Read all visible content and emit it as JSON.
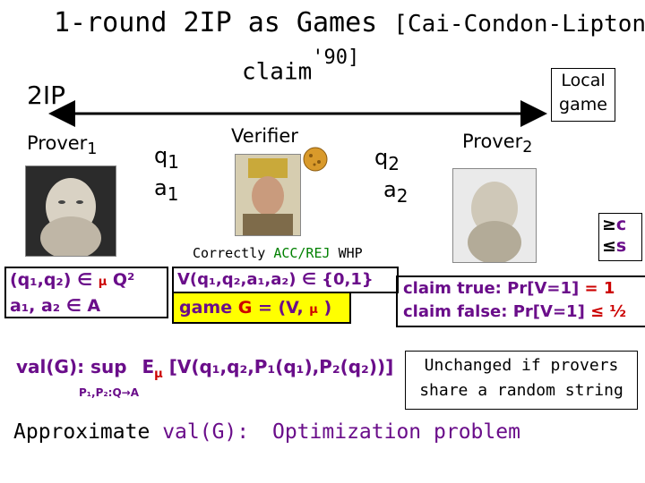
{
  "title": {
    "main": "1-round 2IP as Games",
    "cite": "[Cai-Condon-Lipton"
  },
  "claim": {
    "label": "claim",
    "year": "'90]"
  },
  "local_game": {
    "line1": "Local",
    "line2": "game"
  },
  "twoip_label": "2IP",
  "prover1": {
    "label": "Prover",
    "sub": "1"
  },
  "verifier": {
    "label": "Verifier"
  },
  "prover2": {
    "label": "Prover",
    "sub": "2"
  },
  "q1": {
    "base": "q",
    "sub": "1"
  },
  "a1": {
    "base": "a",
    "sub": "1"
  },
  "q2": {
    "base": "q",
    "sub": "2"
  },
  "a2": {
    "base": "a",
    "sub": "2"
  },
  "thresholds": {
    "ge": "≥",
    "c": "c",
    "le": "≤",
    "s": "s"
  },
  "correctly": {
    "prefix": "Correctly",
    "acc_rej": "ACC/REJ",
    "whp": "WHP"
  },
  "box_questions": {
    "line1": "(q₁,q₂) ∈",
    "mu": "μ",
    "q2": "Q²",
    "line2": "a₁, a₂ ∈",
    "a": "A"
  },
  "box_v": {
    "text": "V(q₁,q₂,a₁,a₂) ∈ {0,1}"
  },
  "game_box": {
    "prefix": "game",
    "g": "G",
    "eq": "= (V,",
    "mu": "μ",
    "close": ")"
  },
  "claims": {
    "true_label": "claim true:",
    "true_expr": "Pr[V=1]",
    "true_val": "= 1",
    "false_label": "claim false:",
    "false_expr": "Pr[V=1]",
    "false_val": "≤ ½"
  },
  "val": {
    "label": "val(G): sup",
    "e": "E",
    "mu": "μ",
    "expr": "[V(q₁,q₂,P₁(q₁),P₂(q₂))]",
    "subscript": "P₁,P₂:Q→A"
  },
  "unchanged": {
    "line1": "Unchanged if provers",
    "line2": "share a random string"
  },
  "approx": {
    "prefix": "Approximate",
    "val": "val(G):",
    "problem": "Optimization problem"
  },
  "colors": {
    "red": "#cc0000",
    "purple": "#6a0d8a",
    "green": "#008000",
    "yellow": "#ffff00"
  }
}
